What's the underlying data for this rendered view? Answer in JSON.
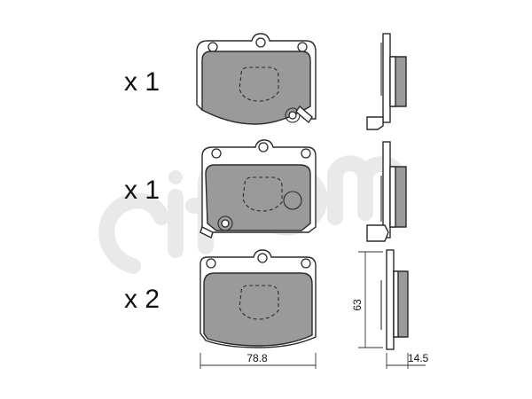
{
  "watermark": {
    "text": "cifam",
    "color": "#e9e9e9"
  },
  "quantities": [
    {
      "label": "x 1"
    },
    {
      "label": "x 1"
    },
    {
      "label": "x 2"
    }
  ],
  "dimensions": {
    "width": "78.8",
    "height": "63",
    "thickness": "14.5"
  },
  "colors": {
    "friction": "#9a9a9a",
    "line": "#2a2a2a",
    "background": "#ffffff"
  }
}
